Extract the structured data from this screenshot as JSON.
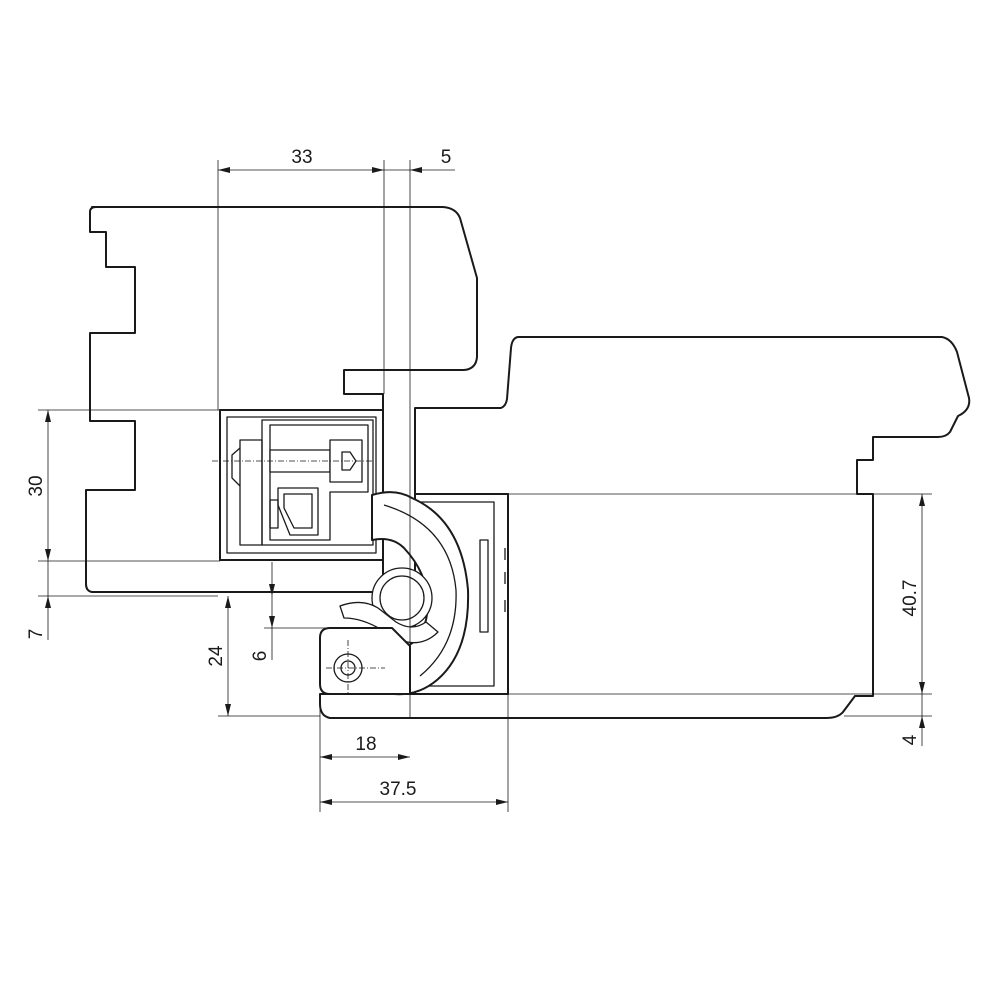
{
  "dimensions": {
    "hinge_body_width": "33",
    "leaf_offset": "5",
    "frame_recess_depth": "30",
    "frame_lip": "7",
    "pivot_height": "24",
    "pivot_gap": "6",
    "pivot_offset": "18",
    "hinge_total_width": "37.5",
    "door_recess_depth": "40.7",
    "door_lip": "4"
  }
}
